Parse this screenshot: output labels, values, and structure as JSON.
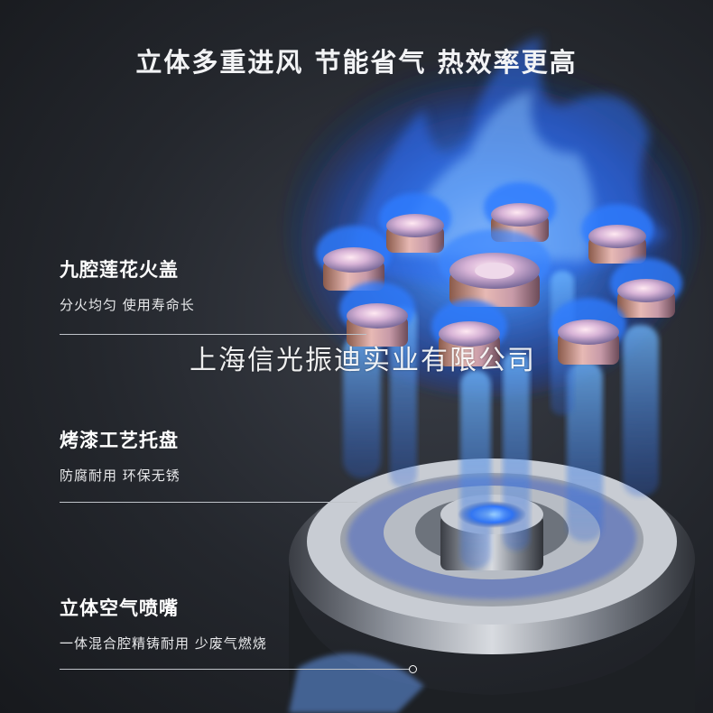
{
  "headline": "立体多重进风  节能省气  热效率更高",
  "features": [
    {
      "title": "九腔莲花火盖",
      "desc": "分火均匀  使用寿命长"
    },
    {
      "title": "烤漆工艺托盘",
      "desc": "防腐耐用  环保无锈"
    },
    {
      "title": "立体空气喷嘴",
      "desc": "一体混合腔精铸耐用  少废气燃烧"
    }
  ],
  "watermark": "上海信光振迪实业有限公司",
  "colors": {
    "flame_blue": "#2f7bff",
    "flame_core": "#9fd0ff",
    "metal": "#b8bcc4",
    "background": "#24272d"
  }
}
